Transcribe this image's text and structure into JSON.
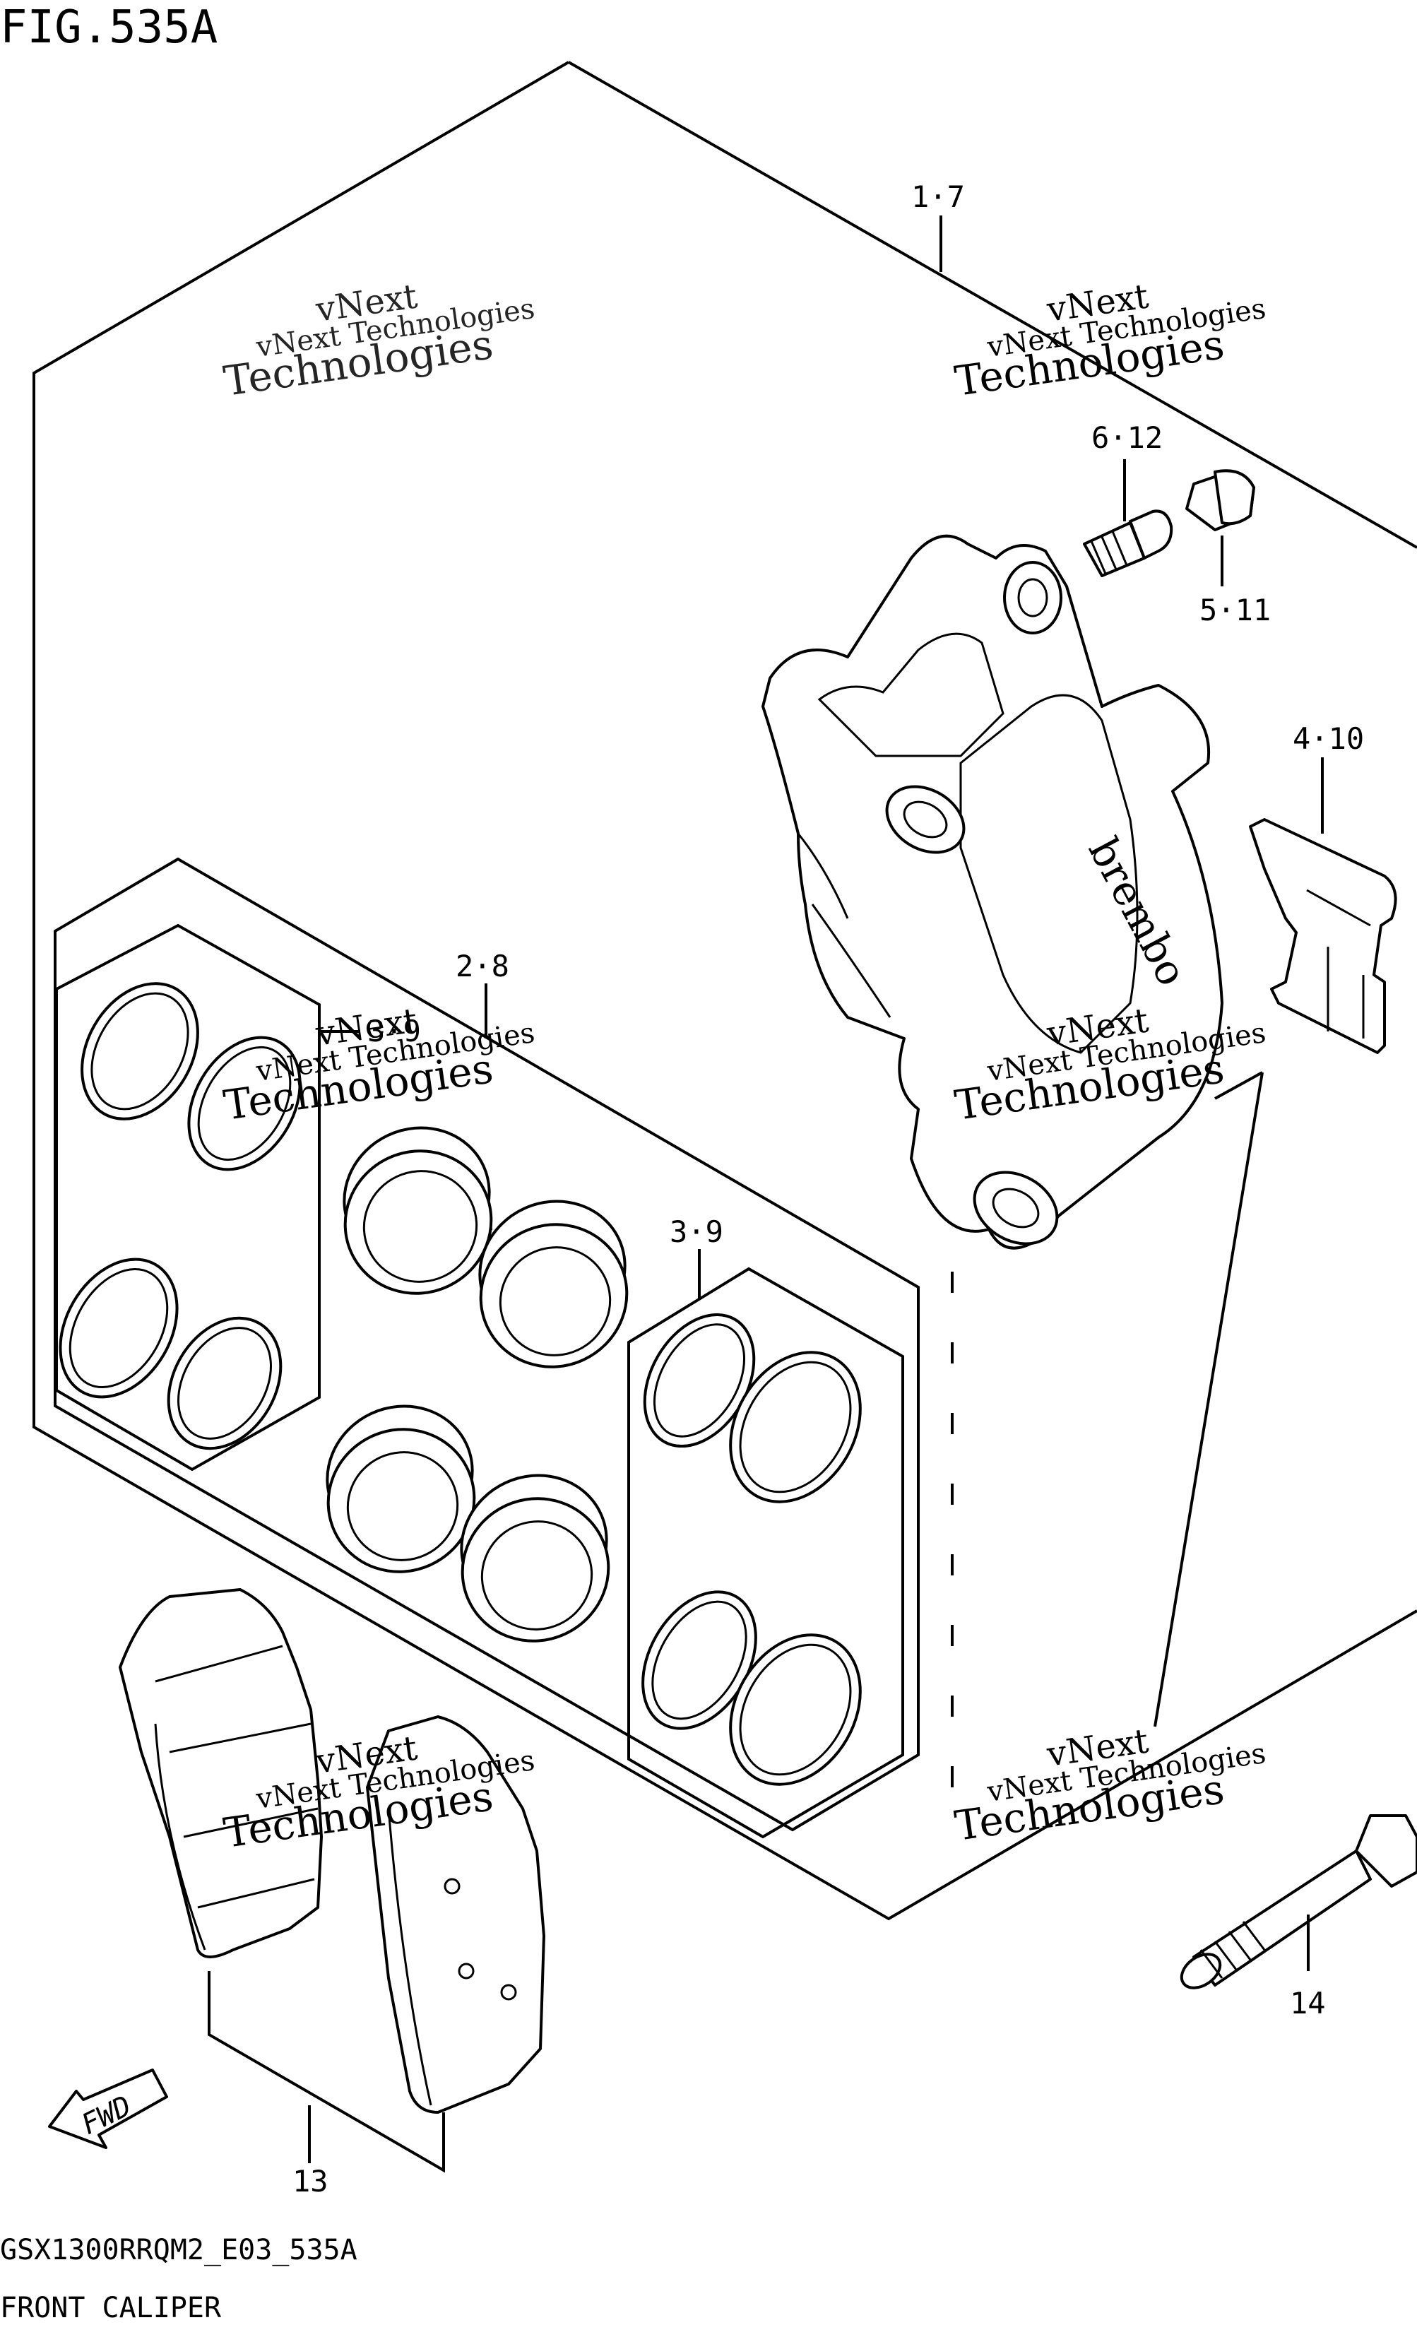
{
  "header": {
    "figure_title": "FIG.535A"
  },
  "callouts": {
    "c1": "1·7",
    "c2": "6·12",
    "c3": "5·11",
    "c4": "4·10",
    "c5": "2·8",
    "c6": "3·9",
    "c7": "3·9",
    "c8": "14",
    "c9": "13"
  },
  "caliper_brand": "brembo",
  "fwd_label": "FWD",
  "watermarks": [
    {
      "line1": "vNext Technologies",
      "line2": "vNext",
      "line3": "Technologies"
    },
    {
      "line1": "vNext Technologies",
      "line2": "vNext",
      "line3": "Technologies"
    },
    {
      "line1": "vNext Technologies",
      "line2": "vNext",
      "line3": "Technologies"
    },
    {
      "line1": "vNext Technologies",
      "line2": "vNext",
      "line3": "Technologies"
    },
    {
      "line1": "vNext Technologies",
      "line2": "vNext",
      "line3": "Technologies"
    },
    {
      "line1": "vNext Technologies",
      "line2": "vNext",
      "line3": "Technologies"
    }
  ],
  "footer": {
    "code": "GSX1300RRQM2_E03_535A",
    "name": "FRONT CALIPER"
  }
}
